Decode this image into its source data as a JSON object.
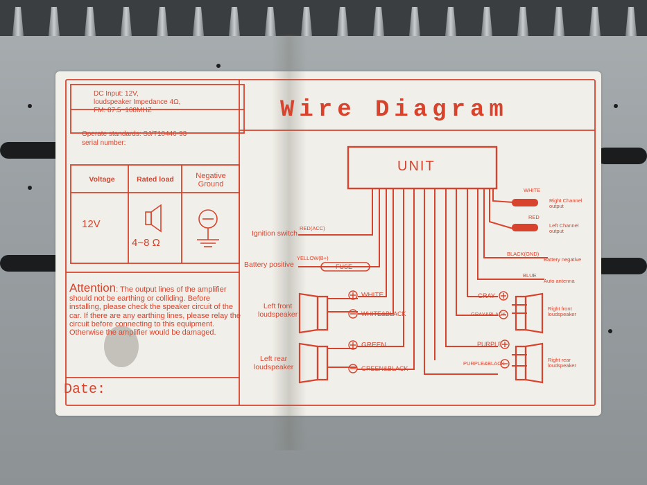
{
  "specs": {
    "line1": "DC Input: 12V,",
    "line2": "loudspeaker Impedance 4Ω,",
    "line3": "FM: 87.5~108MHZ",
    "operate": "Operate standards: SJ/T10446-93",
    "serial": "serial number:"
  },
  "table": {
    "col_voltage": "Voltage",
    "col_rated": "Rated load",
    "col_negative": "Negative\nGround",
    "voltage_value": "12V",
    "load_value": "4~8 Ω"
  },
  "attention": {
    "heading": "Attention",
    "body": ": The output lines of the amplifier should not be earthing or colliding. Before installing, please check the speaker circuit of the car. If there are any earthing lines, please relay the circuit before connecting to this equipment. Otherwise the amplifier would be damaged."
  },
  "date_label": "Date:",
  "title": "Wire Diagram",
  "unit_label": "UNIT",
  "left_labels": {
    "ignition": "Ignition switch",
    "ignition_wire": "RED(ACC)",
    "battery": "Battery positive",
    "battery_wire": "YELLOW(B+)",
    "fuse": "FUSE",
    "left_front": "Left front\nloudspeaker",
    "left_rear": "Left rear\nloudspeaker",
    "white": "WHITE",
    "white_black": "WHITE&BLACK",
    "green": "GREEN",
    "green_black": "GREEN&BLACK"
  },
  "right_labels": {
    "white": "WHITE",
    "right_channel": "Right Channel\noutput",
    "red": "RED",
    "left_channel": "Left Channel\noutput",
    "black_gnd": "BLACK(GND)",
    "battery_negative": "Battery negative",
    "blue": "BLUE",
    "auto_antenna": "Auto antenna",
    "gray": "GRAY",
    "gray_black": "GRAY&BLACK",
    "right_front": "Right front\nloudspeaker",
    "purple": "PURPLE",
    "purple_black": "PURPLE&BLACK",
    "right_rear": "Right rear\nloudspeaker"
  },
  "colors": {
    "ink": "#d8432d",
    "paper": "#f1efe9",
    "chassis": "#9aa0a3"
  }
}
